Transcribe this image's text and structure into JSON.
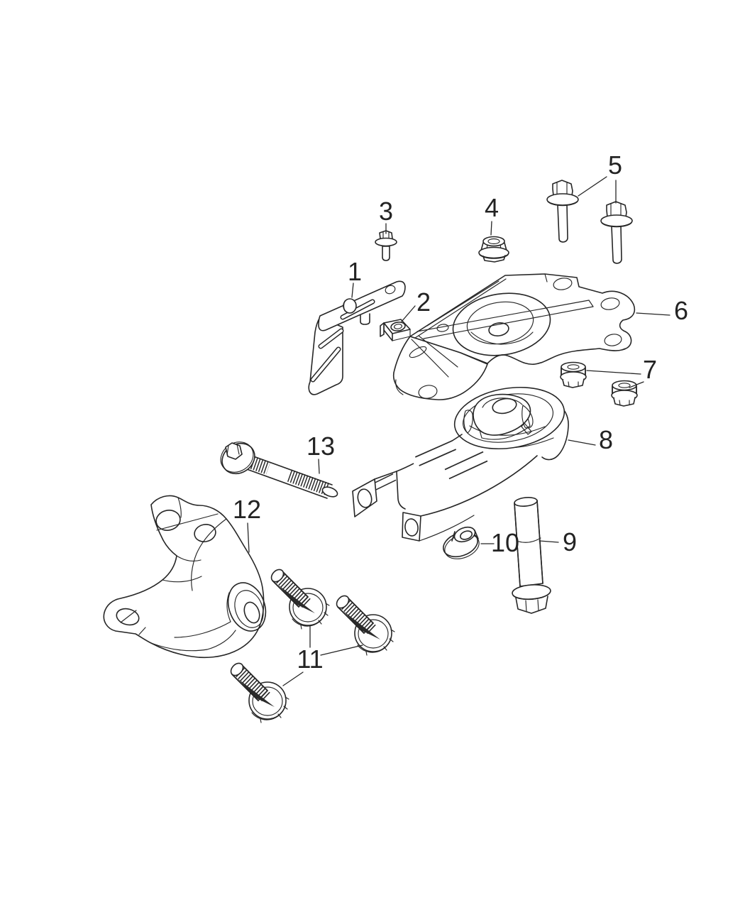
{
  "diagram": {
    "type": "exploded-parts-line-drawing",
    "subject": "engine-mounting-assembly",
    "background_color": "#ffffff",
    "line_color": "#262626",
    "callout_count": 13,
    "callouts": [
      {
        "number": "1",
        "part": "support-bracket"
      },
      {
        "number": "2",
        "part": "u-nut-clip"
      },
      {
        "number": "3",
        "part": "small-hex-flange-bolt"
      },
      {
        "number": "4",
        "part": "hex-flange-nut"
      },
      {
        "number": "5",
        "part": "hex-flange-bolt-pair"
      },
      {
        "number": "6",
        "part": "upper-mount-bracket-plate"
      },
      {
        "number": "7",
        "part": "spacer-nut-pair"
      },
      {
        "number": "8",
        "part": "lower-torque-strut-mount"
      },
      {
        "number": "9",
        "part": "long-hex-flange-bolt"
      },
      {
        "number": "10",
        "part": "hex-flange-nut-large"
      },
      {
        "number": "11",
        "part": "washer-head-bolt-set"
      },
      {
        "number": "12",
        "part": "engine-mount-bracket-casting"
      },
      {
        "number": "13",
        "part": "long-shank-flange-bolt"
      }
    ]
  }
}
